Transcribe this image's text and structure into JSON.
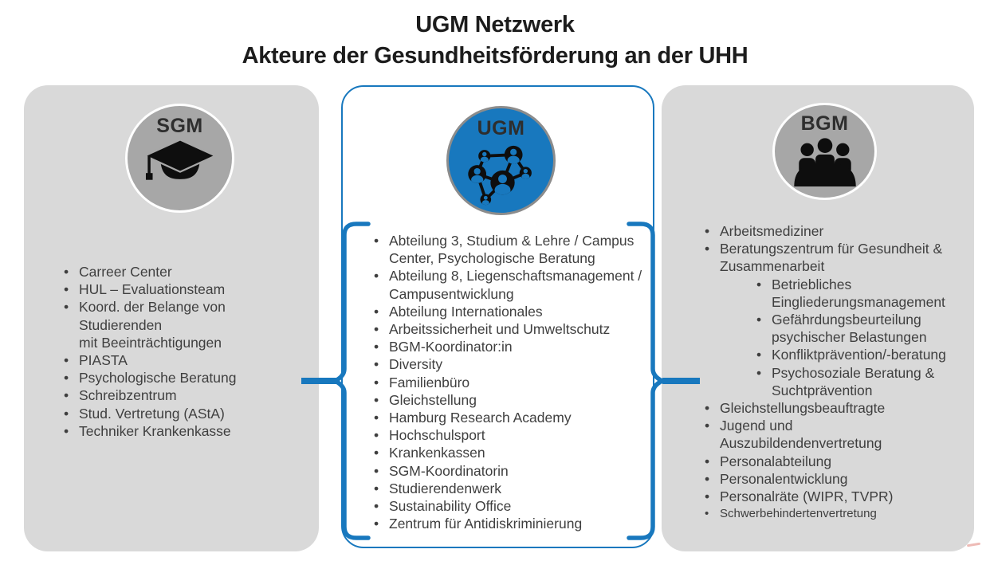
{
  "title": {
    "line1": "UGM Netzwerk",
    "line2": "Akteure der Gesundheitsförderung an der UHH"
  },
  "colors": {
    "accent_blue": "#1878BE",
    "panel_gray": "#D9D9D9",
    "circle_gray": "#A7A7A7",
    "text_gray": "#3F3F3F",
    "title_color": "#1C1C1C",
    "icon_black": "#0E0E0E"
  },
  "sgm": {
    "label": "SGM",
    "icon": "graduation-cap-icon",
    "items": [
      "Carreer Center",
      "HUL – Evaluationsteam",
      "Koord. der Belange von\nStudierenden\nmit Beeinträchtigungen",
      "PIASTA",
      "Psychologische Beratung",
      "Schreibzentrum",
      "Stud. Vertretung (AStA)",
      "Techniker Krankenkasse"
    ]
  },
  "ugm": {
    "label": "UGM",
    "icon": "network-people-icon",
    "items": [
      "Abteilung 3, Studium & Lehre / Campus\nCenter, Psychologische Beratung",
      "Abteilung 8, Liegenschaftsmanagement /\nCampusentwicklung",
      "Abteilung Internationales",
      "Arbeitssicherheit und Umweltschutz",
      "BGM-Koordinator:in",
      "Diversity",
      "Familienbüro",
      "Gleichstellung",
      "Hamburg Research Academy",
      "Hochschulsport",
      "Krankenkassen",
      "SGM-Koordinatorin",
      "Studierendenwerk",
      "Sustainability Office",
      "Zentrum für Antidiskriminierung"
    ]
  },
  "bgm": {
    "label": "BGM",
    "icon": "meeting-people-icon",
    "items": [
      "Arbeitsmediziner",
      "Beratungszentrum für Gesundheit &\nZusammenarbeit",
      "Betriebliches\nEingliederungsmanagement",
      "Gefährdungsbeurteilung\npsychischer Belastungen",
      "Konfliktprävention/-beratung",
      "Psychosoziale Beratung &\nSuchtprävention",
      "Gleichstellungsbeauftragte",
      "Jugend und\nAuszubildendenvertretung",
      "Personalabteilung",
      "Personalentwicklung",
      "Personalräte (WIPR, TVPR)",
      "Schwerbehindertenvertretung"
    ]
  }
}
